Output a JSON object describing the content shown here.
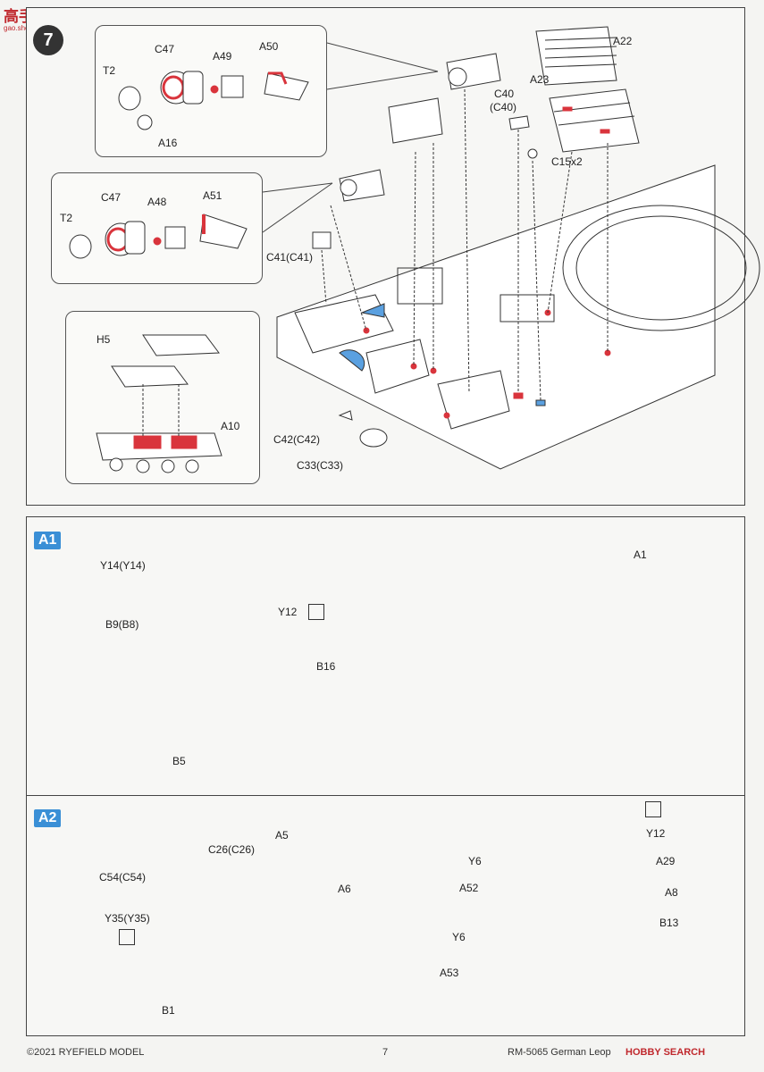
{
  "watermark": {
    "top": "高手网",
    "sub": "gao.shou.net"
  },
  "step": "7",
  "step7": {
    "inset1": {
      "T2": "T2",
      "C47": "C47",
      "A49": "A49",
      "A50": "A50",
      "A16": "A16"
    },
    "inset2": {
      "T2": "T2",
      "C47": "C47",
      "A48": "A48",
      "A51": "A51"
    },
    "inset3": {
      "H5": "H5",
      "A10": "A10"
    },
    "main": {
      "A22": "A22",
      "A23": "A23",
      "C40": "C40",
      "C40b": "(C40)",
      "C15": "C15x2",
      "C41": "C41(C41)",
      "C42": "C42(C42)",
      "C33": "C33(C33)"
    }
  },
  "a1": {
    "tag": "A1",
    "Y14": "Y14(Y14)",
    "B9": "B9(B8)",
    "Y12": "Y12",
    "B16": "B16",
    "B5": "B5",
    "A1": "A1"
  },
  "a2": {
    "tag": "A2",
    "C26": "C26(C26)",
    "A5": "A5",
    "C54": "C54(C54)",
    "A6": "A6",
    "Y35": "Y35(Y35)",
    "B1": "B1",
    "Y6a": "Y6",
    "A52": "A52",
    "Y6b": "Y6",
    "A53": "A53",
    "Y12": "Y12",
    "A29": "A29",
    "A8": "A8",
    "B13": "B13"
  },
  "footer": {
    "left": "©2021 RYEFIELD MODEL",
    "page": "7",
    "right": "RM-5065 German Leop",
    "brand": "HOBBY SEARCH"
  },
  "colors": {
    "accent": "#3a8fd6",
    "highlight": "#d9343c",
    "fill": "#f1e84a"
  }
}
